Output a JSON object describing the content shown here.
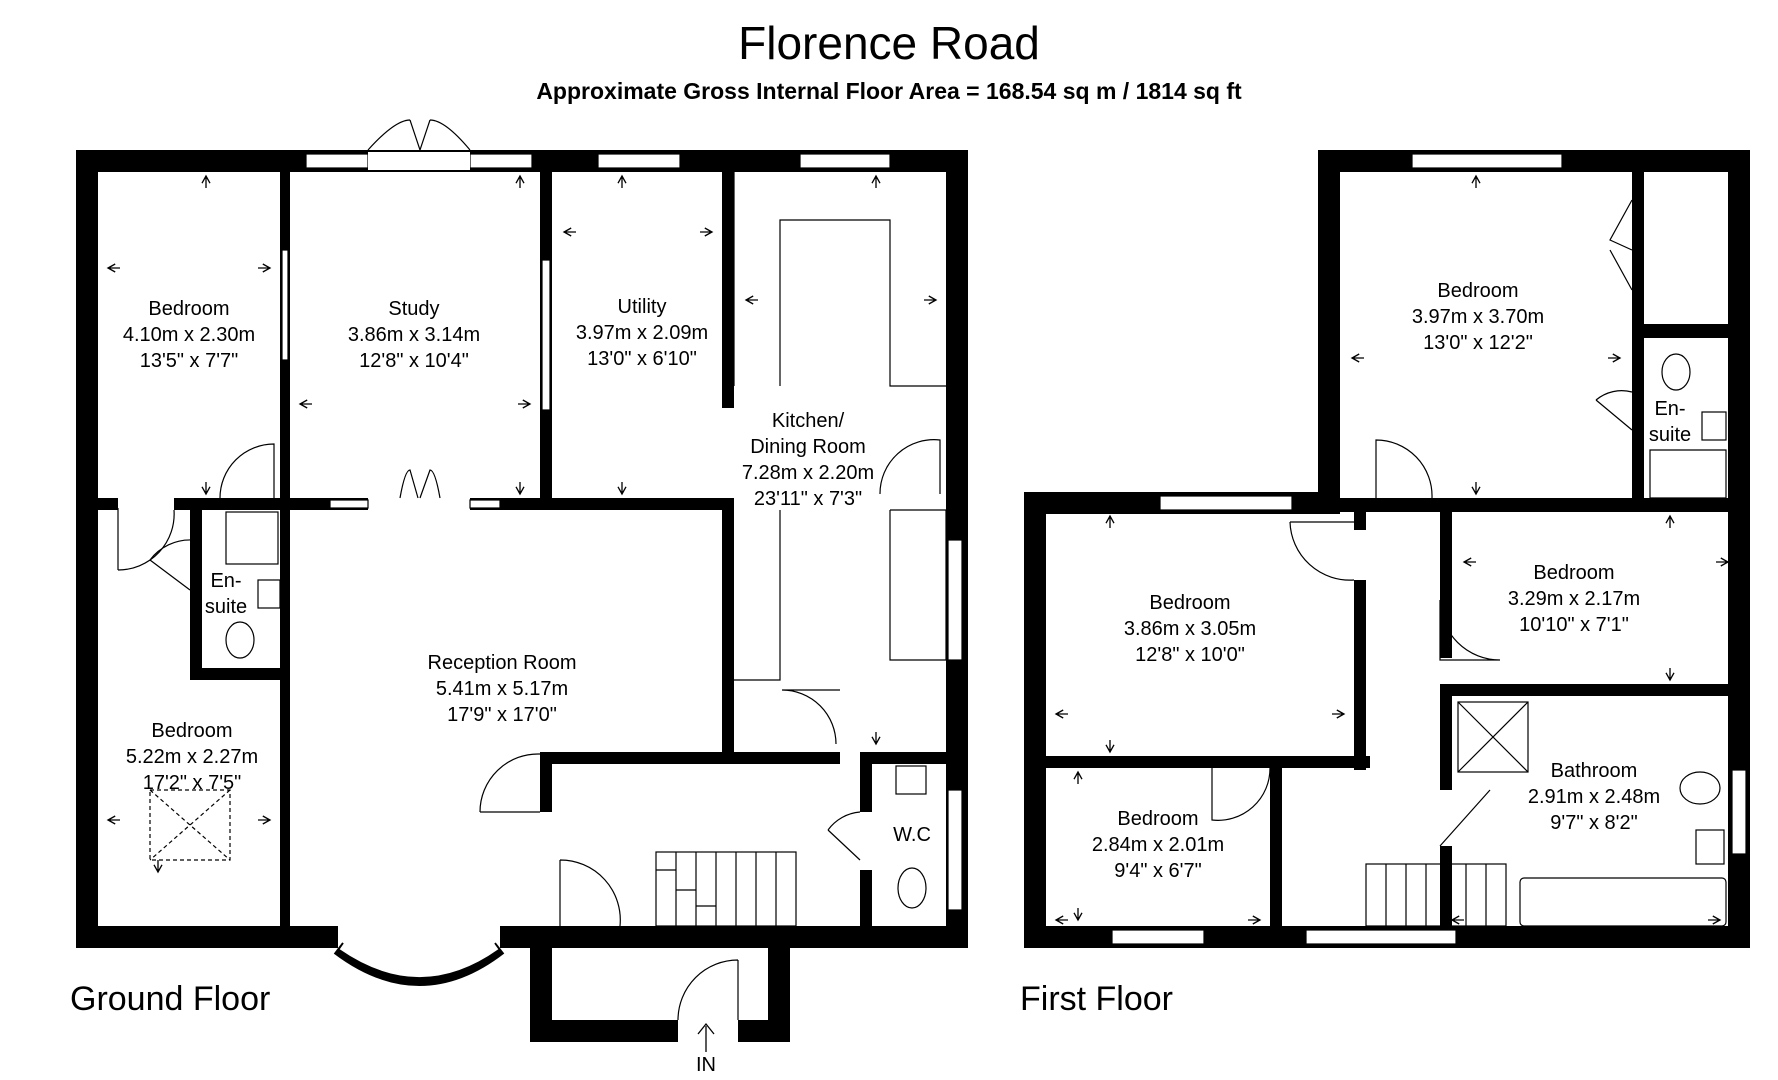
{
  "title": "Florence Road",
  "subtitle": "Approximate Gross Internal Floor Area  = 168.54 sq m  / 1814 sq ft",
  "floors": {
    "ground": "Ground Floor",
    "first": "First  Floor"
  },
  "entrance_label": "IN",
  "ground_rooms": {
    "bedroom1": {
      "name": "Bedroom",
      "metric": "4.10m x 2.30m",
      "imperial": "13'5\" x 7'7\""
    },
    "study": {
      "name": "Study",
      "metric": "3.86m x 3.14m",
      "imperial": "12'8\" x 10'4\""
    },
    "utility": {
      "name": "Utility",
      "metric": "3.97m x 2.09m",
      "imperial": "13'0\" x 6'10\""
    },
    "kitchen": {
      "name1": "Kitchen/",
      "name2": "Dining Room",
      "metric": "7.28m x 2.20m",
      "imperial": "23'11\" x 7'3\""
    },
    "ensuite": {
      "line1": "En-",
      "line2": "suite"
    },
    "reception": {
      "name": "Reception Room",
      "metric": "5.41m x 5.17m",
      "imperial": "17'9\" x 17'0\""
    },
    "bedroom2": {
      "name": "Bedroom",
      "metric": "5.22m x 2.27m",
      "imperial": "17'2\" x 7'5\""
    },
    "wc": {
      "name": "W.C"
    }
  },
  "first_rooms": {
    "bedroom1": {
      "name": "Bedroom",
      "metric": "3.97m x 3.70m",
      "imperial": "13'0\" x 12'2\""
    },
    "ensuite": {
      "line1": "En-",
      "line2": "suite"
    },
    "bedroom2": {
      "name": "Bedroom",
      "metric": "3.86m x 3.05m",
      "imperial": "12'8\" x 10'0\""
    },
    "bedroom3": {
      "name": "Bedroom",
      "metric": "3.29m x 2.17m",
      "imperial": "10'10\" x 7'1\""
    },
    "bedroom4": {
      "name": "Bedroom",
      "metric": "2.84m x 2.01m",
      "imperial": "9'4\" x 6'7\""
    },
    "bathroom": {
      "name": "Bathroom",
      "metric": "2.91m x 2.48m",
      "imperial": "9'7\" x 8'2\""
    }
  }
}
